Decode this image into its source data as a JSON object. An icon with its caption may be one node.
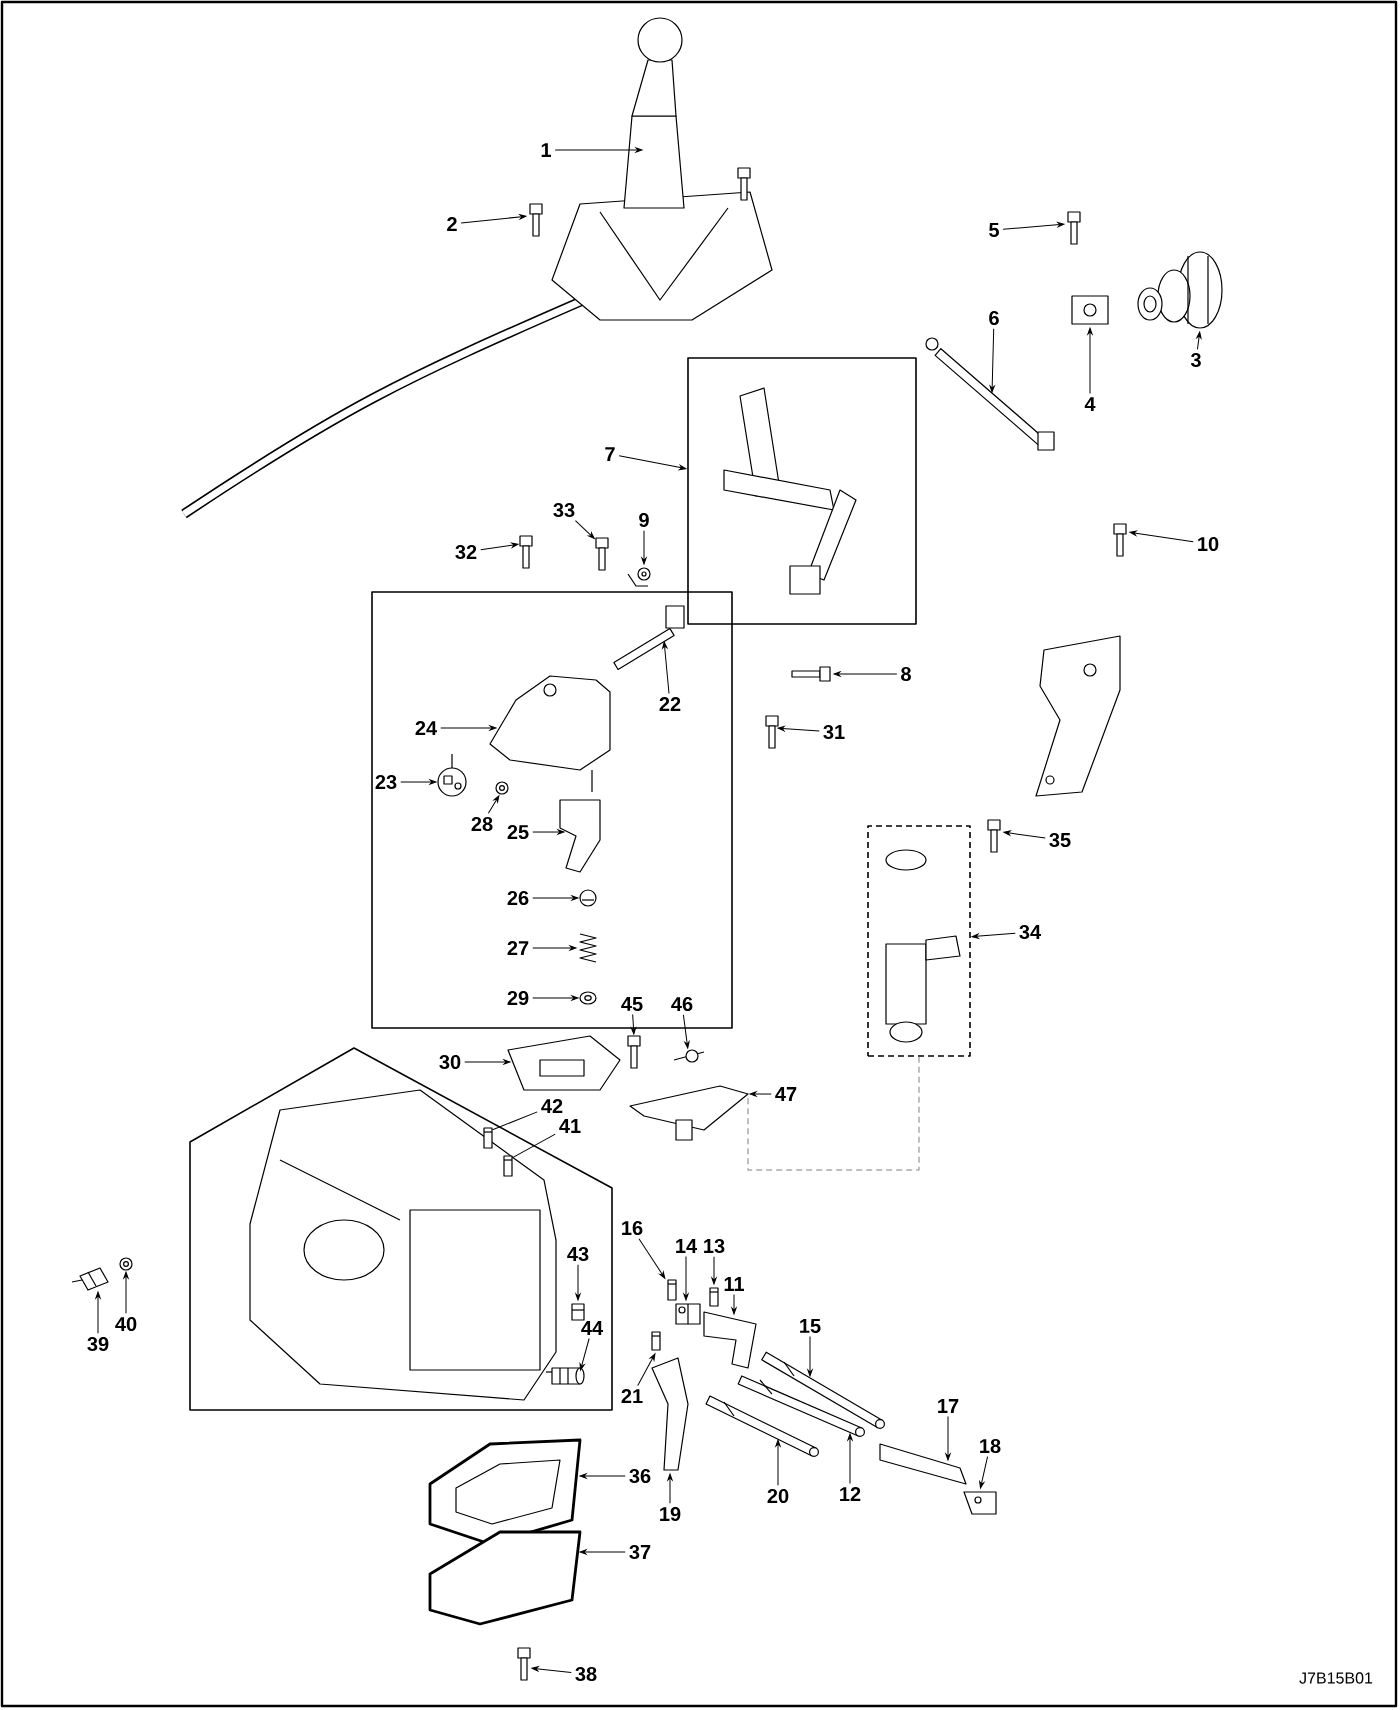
{
  "diagram": {
    "nodes": [
      {
        "text": [
          "1"
        ]
      },
      {
        "text": [
          "2"
        ]
      },
      {
        "text": [
          "3"
        ]
      },
      {
        "text": [
          "4"
        ]
      },
      {
        "text": [
          "5"
        ]
      },
      {
        "text": [
          "6"
        ]
      },
      {
        "text": [
          "7"
        ]
      },
      {
        "text": [
          "8"
        ]
      },
      {
        "text": [
          "9"
        ]
      },
      {
        "text": [
          "10"
        ]
      },
      {
        "text": [
          "11"
        ]
      },
      {
        "text": [
          "12"
        ]
      },
      {
        "text": [
          "13"
        ]
      },
      {
        "text": [
          "14"
        ]
      },
      {
        "text": [
          "15"
        ]
      },
      {
        "text": [
          "16"
        ]
      },
      {
        "text": [
          "17"
        ]
      },
      {
        "text": [
          "18"
        ]
      },
      {
        "text": [
          "19"
        ]
      },
      {
        "text": [
          "20"
        ]
      },
      {
        "text": [
          "21"
        ]
      },
      {
        "text": [
          "22"
        ]
      },
      {
        "text": [
          "23"
        ]
      },
      {
        "text": [
          "24"
        ]
      },
      {
        "text": [
          "25"
        ]
      },
      {
        "text": [
          "26"
        ]
      },
      {
        "text": [
          "27"
        ]
      },
      {
        "text": [
          "28"
        ]
      },
      {
        "text": [
          "29"
        ]
      },
      {
        "text": [
          "30"
        ]
      },
      {
        "text": [
          "31"
        ]
      },
      {
        "text": [
          "32"
        ]
      },
      {
        "text": [
          "33"
        ]
      },
      {
        "text": [
          "34"
        ]
      },
      {
        "text": [
          "35"
        ]
      },
      {
        "text": [
          "36"
        ]
      },
      {
        "text": [
          "37"
        ]
      },
      {
        "text": [
          "38"
        ]
      },
      {
        "text": [
          "39"
        ]
      },
      {
        "text": [
          "40"
        ]
      },
      {
        "text": [
          "41"
        ]
      },
      {
        "text": [
          "42"
        ]
      },
      {
        "text": [
          "43"
        ]
      },
      {
        "text": [
          "44"
        ]
      },
      {
        "text": [
          "45"
        ]
      },
      {
        "text": [
          "46"
        ]
      },
      {
        "text": [
          "47"
        ]
      },
      {
        "text": [],
        "shape": "box"
      },
      {
        "text": [],
        "shape": "box"
      },
      {
        "text": [],
        "shape": "picture"
      },
      {
        "text": [],
        "shape": "picture"
      },
      {
        "text": [],
        "shape": "picture"
      },
      {
        "text": [],
        "shape": "picture"
      },
      {
        "text": [],
        "shape": "picture"
      },
      {
        "text": [],
        "shape": "picture"
      },
      {
        "text": [],
        "shape": "picture"
      },
      {
        "text": [],
        "shape": "picture"
      },
      {
        "text": [],
        "shape": "picture"
      },
      {
        "text": [],
        "shape": "picture"
      },
      {
        "text": [],
        "shape": "picture"
      },
      {
        "text": [],
        "shape": "picture"
      },
      {
        "text": [],
        "shape": "picture"
      },
      {
        "text": [],
        "shape": "picture"
      },
      {
        "text": [],
        "shape": "picture"
      },
      {
        "text": [],
        "shape": "picture"
      },
      {
        "text": [],
        "shape": "picture"
      },
      {
        "text": [],
        "shape": "picture"
      },
      {
        "text": [],
        "shape": "picture"
      },
      {
        "text": [],
        "shape": "picture"
      },
      {
        "text": [],
        "shape": "picture"
      },
      {
        "text": [],
        "shape": "picture"
      },
      {
        "text": [],
        "shape": "picture"
      },
      {
        "text": [],
        "shape": "picture"
      },
      {
        "text": [],
        "shape": "picture"
      },
      {
        "text": [],
        "shape": "picture"
      },
      {
        "text": [],
        "shape": "picture"
      },
      {
        "text": [],
        "shape": "picture"
      },
      {
        "text": [],
        "shape": "picture"
      },
      {
        "text": [],
        "shape": "picture"
      },
      {
        "text": [],
        "shape": "picture"
      },
      {
        "text": [],
        "shape": "picture"
      },
      {
        "text": [],
        "shape": "picture"
      },
      {
        "text": [],
        "shape": "picture"
      },
      {
        "text": [],
        "shape": "picture"
      },
      {
        "text": [],
        "shape": "picture"
      },
      {
        "text": [],
        "shape": "picture"
      },
      {
        "text": [],
        "shape": "picture"
      },
      {
        "text": [],
        "shape": "picture"
      },
      {
        "text": [],
        "shape": "picture"
      },
      {
        "text": [],
        "shape": "picture"
      },
      {
        "text": [],
        "shape": "picture"
      },
      {
        "text": [],
        "shape": "picture"
      },
      {
        "text": [],
        "shape": "picture"
      },
      {
        "text": [],
        "shape": "picture"
      }
    ],
    "edges": [
      {
        "from": 0,
        "to": 49,
        "arrow": "to"
      },
      {
        "from": 1,
        "to": 50,
        "arrow": "to"
      },
      {
        "from": 2,
        "to": 51,
        "arrow": "to"
      },
      {
        "from": 3,
        "to": 52,
        "arrow": "to"
      },
      {
        "from": 4,
        "to": 53,
        "arrow": "to"
      },
      {
        "from": 5,
        "to": 54,
        "arrow": "to"
      },
      {
        "from": 6,
        "to": 47,
        "arrow": "to"
      },
      {
        "from": 7,
        "to": 55,
        "arrow": "to"
      },
      {
        "from": 8,
        "to": 56,
        "arrow": "to"
      },
      {
        "from": 9,
        "to": 57,
        "arrow": "to"
      },
      {
        "from": 10,
        "to": 58,
        "arrow": "to"
      },
      {
        "from": 11,
        "to": 59,
        "arrow": "to"
      },
      {
        "from": 12,
        "to": 60,
        "arrow": "to"
      },
      {
        "from": 13,
        "to": 61,
        "arrow": "to"
      },
      {
        "from": 14,
        "to": 62,
        "arrow": "to"
      },
      {
        "from": 15,
        "to": 63,
        "arrow": "to"
      },
      {
        "from": 16,
        "to": 64,
        "arrow": "to"
      },
      {
        "from": 17,
        "to": 65,
        "arrow": "to"
      },
      {
        "from": 18,
        "to": 66,
        "arrow": "to"
      },
      {
        "from": 19,
        "to": 67,
        "arrow": "to"
      },
      {
        "from": 20,
        "to": 68,
        "arrow": "to"
      },
      {
        "from": 21,
        "to": 69,
        "arrow": "to"
      },
      {
        "from": 22,
        "to": 70,
        "arrow": "to"
      },
      {
        "from": 23,
        "to": 71,
        "arrow": "to"
      },
      {
        "from": 24,
        "to": 72,
        "arrow": "to"
      },
      {
        "from": 25,
        "to": 73,
        "arrow": "to"
      },
      {
        "from": 26,
        "to": 74,
        "arrow": "to"
      },
      {
        "from": 27,
        "to": 75,
        "arrow": "to"
      },
      {
        "from": 28,
        "to": 76,
        "arrow": "to"
      },
      {
        "from": 29,
        "to": 77,
        "arrow": "to"
      },
      {
        "from": 30,
        "to": 78,
        "arrow": "to"
      },
      {
        "from": 31,
        "to": 79,
        "arrow": "to"
      },
      {
        "from": 32,
        "to": 80,
        "arrow": "to"
      },
      {
        "from": 33,
        "to": 48,
        "arrow": "to"
      },
      {
        "from": 34,
        "to": 81,
        "arrow": "to"
      },
      {
        "from": 35,
        "to": 82,
        "arrow": "to"
      },
      {
        "from": 36,
        "to": 83,
        "arrow": "to"
      },
      {
        "from": 37,
        "to": 84,
        "arrow": "to"
      },
      {
        "from": 38,
        "to": 85,
        "arrow": "to"
      },
      {
        "from": 39,
        "to": 86,
        "arrow": "to"
      },
      {
        "from": 40,
        "to": 87,
        "arrow": "none"
      },
      {
        "from": 41,
        "to": 88,
        "arrow": "none"
      },
      {
        "from": 42,
        "to": 89,
        "arrow": "to"
      },
      {
        "from": 43,
        "to": 90,
        "arrow": "to"
      },
      {
        "from": 44,
        "to": 91,
        "arrow": "to"
      },
      {
        "from": 45,
        "to": 92,
        "arrow": "to"
      },
      {
        "from": 46,
        "to": 93,
        "arrow": "to"
      },
      {
        "from": 48,
        "to": 93,
        "arrow": "none",
        "style": "dashed",
        "color": "#808080"
      }
    ],
    "labels": [
      "J7B15B01"
    ]
  }
}
